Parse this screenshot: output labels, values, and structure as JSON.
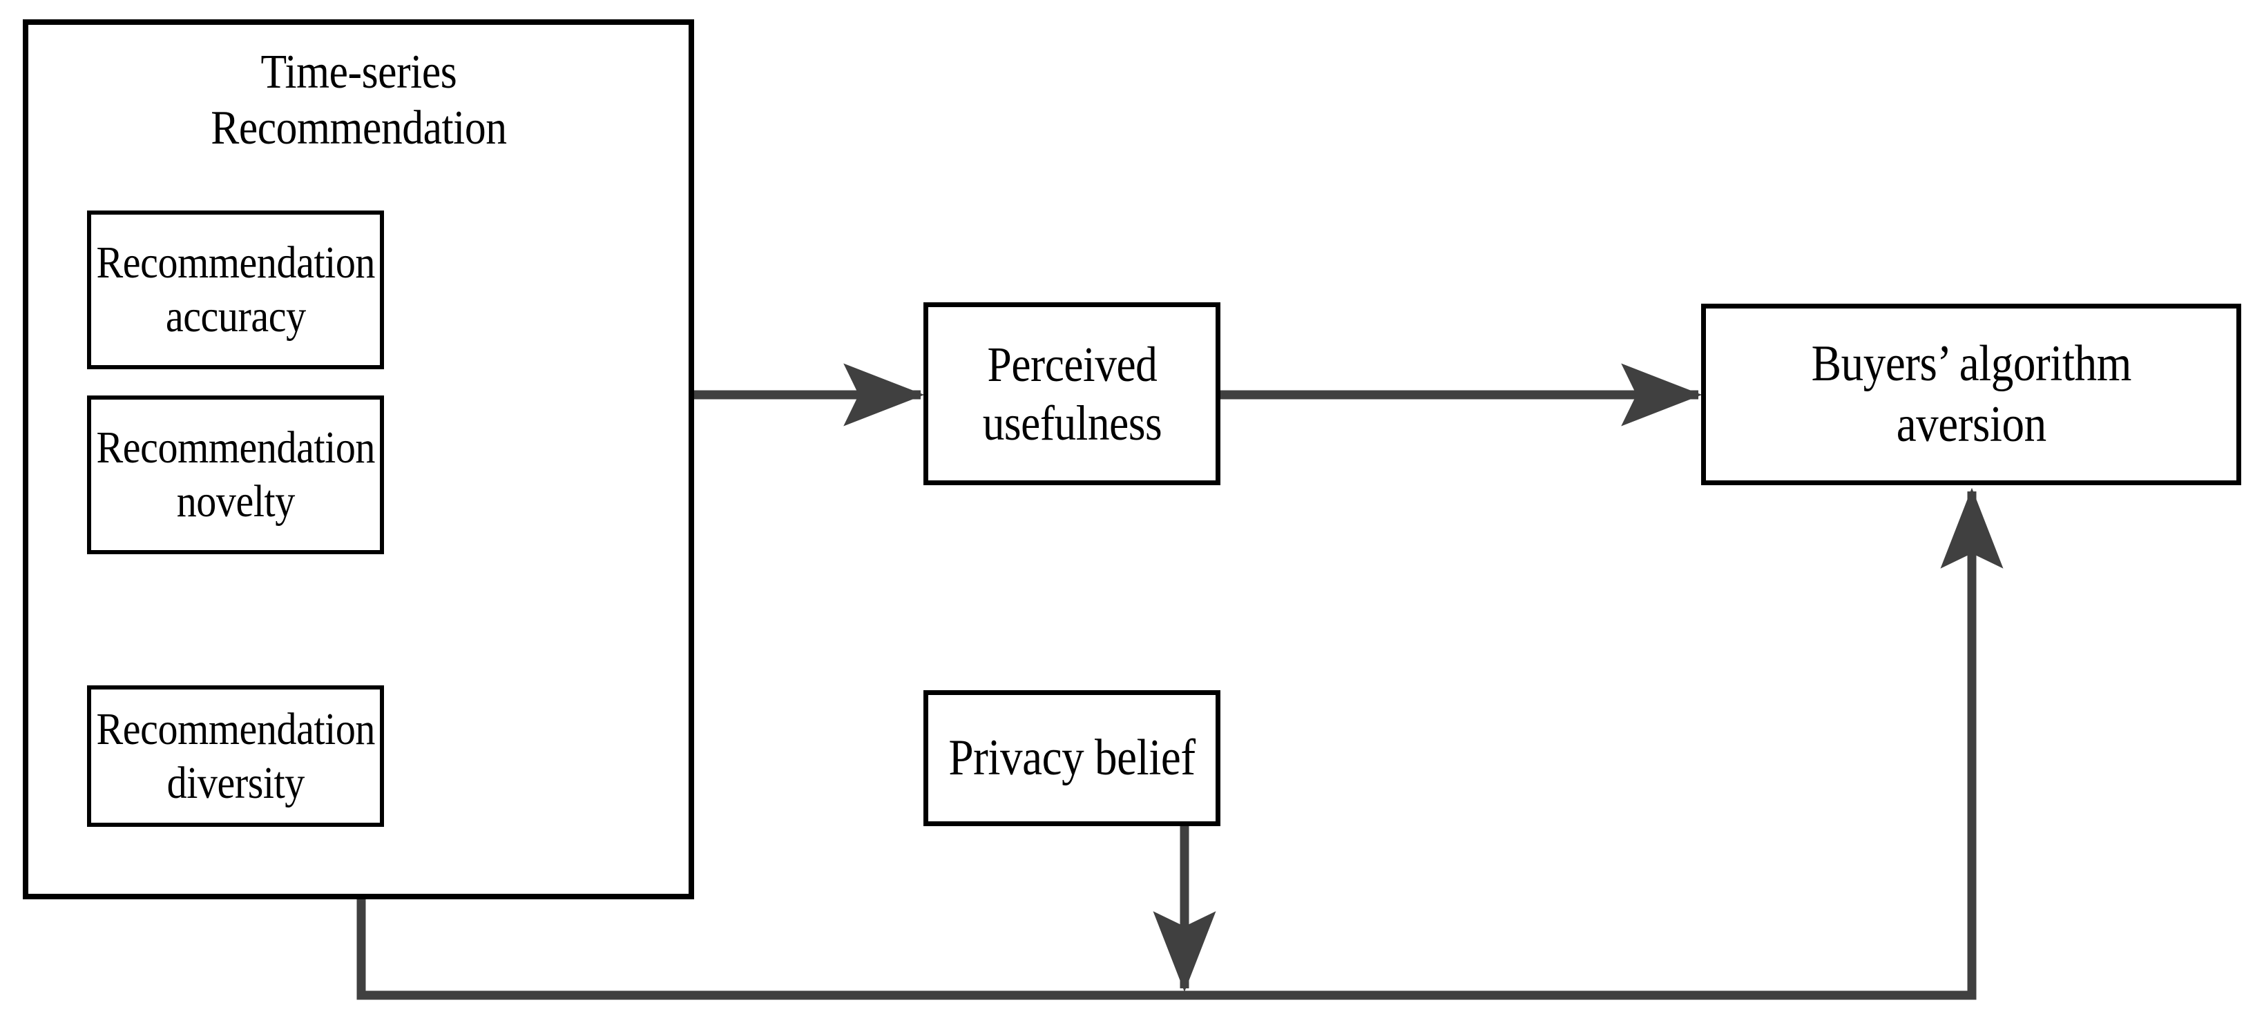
{
  "diagram": {
    "type": "research-model-flow-diagram",
    "background_color": "#ffffff",
    "box_border_color": "#000000",
    "arrow_color": "#404040",
    "text_color": "#000000",
    "nodes": {
      "group_time_series": {
        "title": "Time-series\nRecommendation",
        "children": [
          {
            "label": "Recommendation\naccuracy"
          },
          {
            "label": "Recommendation\nnovelty"
          },
          {
            "label": "Recommendation\ndiversity"
          }
        ]
      },
      "perceived_usefulness": {
        "label": "Perceived\nusefulness"
      },
      "buyers_algorithm_aversion": {
        "label": "Buyers’ algorithm\naversion"
      },
      "privacy_belief": {
        "label": "Privacy belief"
      }
    },
    "edges": [
      {
        "from": "group_time_series",
        "to": "perceived_usefulness",
        "style": "straight-arrow-right"
      },
      {
        "from": "perceived_usefulness",
        "to": "buyers_algorithm_aversion",
        "style": "straight-arrow-right"
      },
      {
        "from": "group_time_series",
        "to": "buyers_algorithm_aversion",
        "style": "elbow-arrow-down-right-up"
      },
      {
        "from": "privacy_belief",
        "to": "group_time_series_to_aversion_path",
        "style": "straight-arrow-down"
      }
    ]
  }
}
